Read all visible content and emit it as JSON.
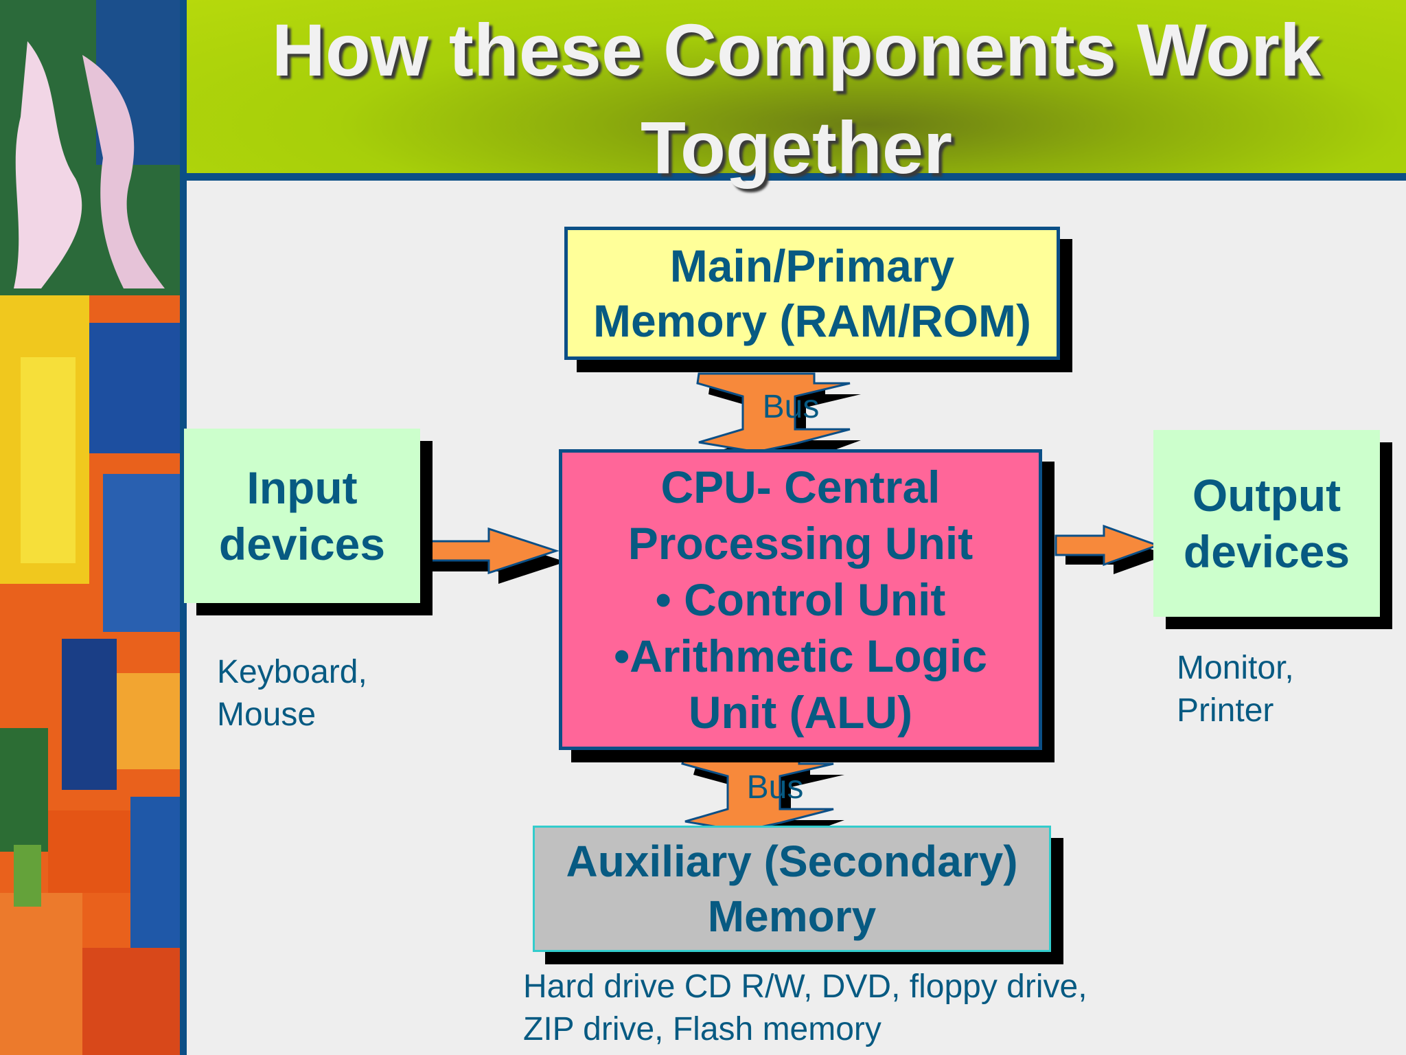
{
  "slide": {
    "title": "How these Components Work Together"
  },
  "diagram": {
    "main_memory": "Main/Primary\nMemory (RAM/ROM)",
    "cpu": "CPU- Central\nProcessing Unit\n• Control Unit\n•Arithmetic Logic\nUnit (ALU)",
    "input": {
      "label": "Input\ndevices",
      "examples": "Keyboard,\nMouse"
    },
    "output": {
      "label": "Output\ndevices",
      "examples": "Monitor,\nPrinter"
    },
    "auxiliary": {
      "label": "Auxiliary (Secondary)\nMemory",
      "examples": "Hard drive CD R/W, DVD, floppy drive,\nZIP drive,  Flash memory"
    },
    "bus_top": "Bus",
    "bus_bottom": "Bus"
  },
  "colors": {
    "header_green": "#a7cf0a",
    "border_blue": "#0b4f86",
    "text_blue": "#075a82",
    "memory_yellow": "#ffff99",
    "cpu_pink": "#ff6699",
    "device_green": "#ccffcc",
    "aux_gray": "#c0c0c0",
    "arrow_orange": "#f7893b"
  }
}
